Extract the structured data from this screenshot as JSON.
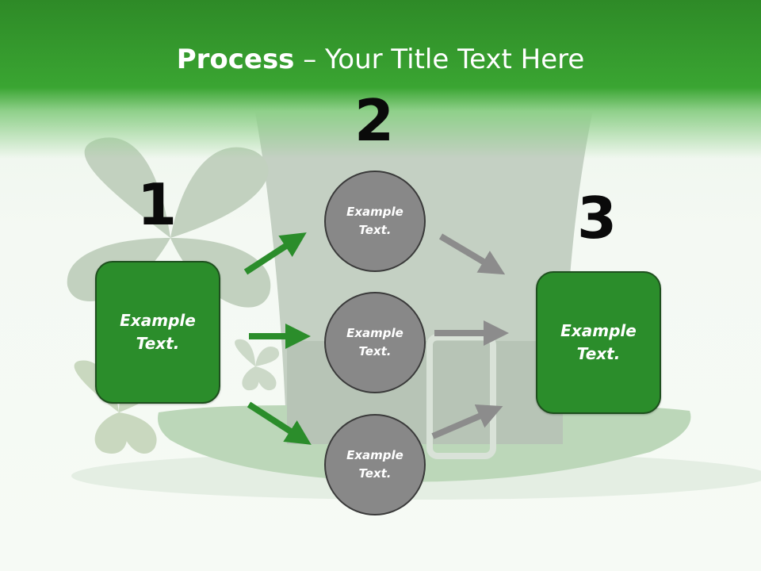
{
  "title": {
    "bold": "Process",
    "rest": " – Your Title Text Here"
  },
  "steps": {
    "one": "1",
    "two": "2",
    "three": "3"
  },
  "nodes": {
    "left_box": {
      "line1": "Example",
      "line2": "Text."
    },
    "circle_top": {
      "line1": "Example",
      "line2": "Text."
    },
    "circle_middle": {
      "line1": "Example",
      "line2": "Text."
    },
    "circle_bottom": {
      "line1": "Example",
      "line2": "Text."
    },
    "right_box": {
      "line1": "Example",
      "line2": "Text."
    }
  },
  "colors": {
    "header_green": "#3aa532",
    "box_green": "#2b8d2b",
    "circle_gray": "#888888",
    "green_arrow": "#2b8d2b",
    "gray_arrow": "#8c8c8c"
  }
}
